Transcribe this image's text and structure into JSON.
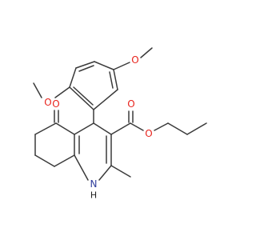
{
  "colors": {
    "bond": "#3a3a3a",
    "oxygen": "#e8231c",
    "nitrogen": "#2f3d9c",
    "background": "#ffffff"
  },
  "atoms": {
    "o_methoxy_top": "O",
    "o_methoxy_left": "O",
    "o_ketone": "O",
    "o_ester_carbonyl": "O",
    "o_ester_ether": "O",
    "n_ring": "N",
    "h_on_n": "H"
  }
}
